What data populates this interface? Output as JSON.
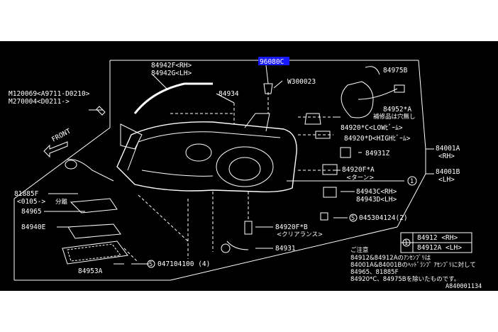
{
  "labels": {
    "p84942": "84942F<RH>",
    "p84942g": "84942G<LH>",
    "p96080": "96080C",
    "w300023": "W300023",
    "p84975b": "84975B",
    "p84934": "84934",
    "m120069": "M120069<A9711-D0210>",
    "m270004": "M270004<D0211->",
    "front": "FRONT",
    "p84952": "84952*A",
    "p84952_note": "補修品は穴無し",
    "p84920c": "84920*C<LOWﾋﾞｰﾑ>",
    "p84920d": "84920*D<HIGHﾋﾞｰﾑ>",
    "p84931z": "84931Z",
    "p84001a": "84001A",
    "rh": "<RH>",
    "p84001b": "84001B",
    "lh": "<LH>",
    "p84920f_a": "84920F*A",
    "turn": "<ターン>",
    "circle1": "1",
    "p84943c": "84943C<RH>",
    "p84943d": "84943D<LH>",
    "p045304124": "045304124(2)",
    "p81885f": "81885F",
    "p81885f_date": "<0105->",
    "bunkatsu": "分離",
    "p84965": "84965",
    "p84940e": "84940E",
    "p84920f_b": "84920F*B",
    "clearance": "<クリアランス>",
    "p84931": "84931",
    "p84953a": "84953A",
    "p047104100": "047104100 (4)",
    "tbl_num": "1",
    "tbl_r1": "84912  <RH>",
    "tbl_r2": "84912A <LH>",
    "note_title": "ご注意",
    "note_l1": "84912&84912Aのｱﾝｾﾝﾌﾞﾘは",
    "note_l2": "84001A&84001Bのﾍｯﾄﾞﾗﾝﾌﾟ ｱｾﾝﾌﾞﾘに対して",
    "note_l3": "84965、81885F",
    "note_l4": "84920*C、84975Bを除いたものです。",
    "code": "A840001134"
  },
  "colors": {
    "background": "#000000",
    "line": "#ffffff",
    "highlight": "#1a1aff"
  }
}
